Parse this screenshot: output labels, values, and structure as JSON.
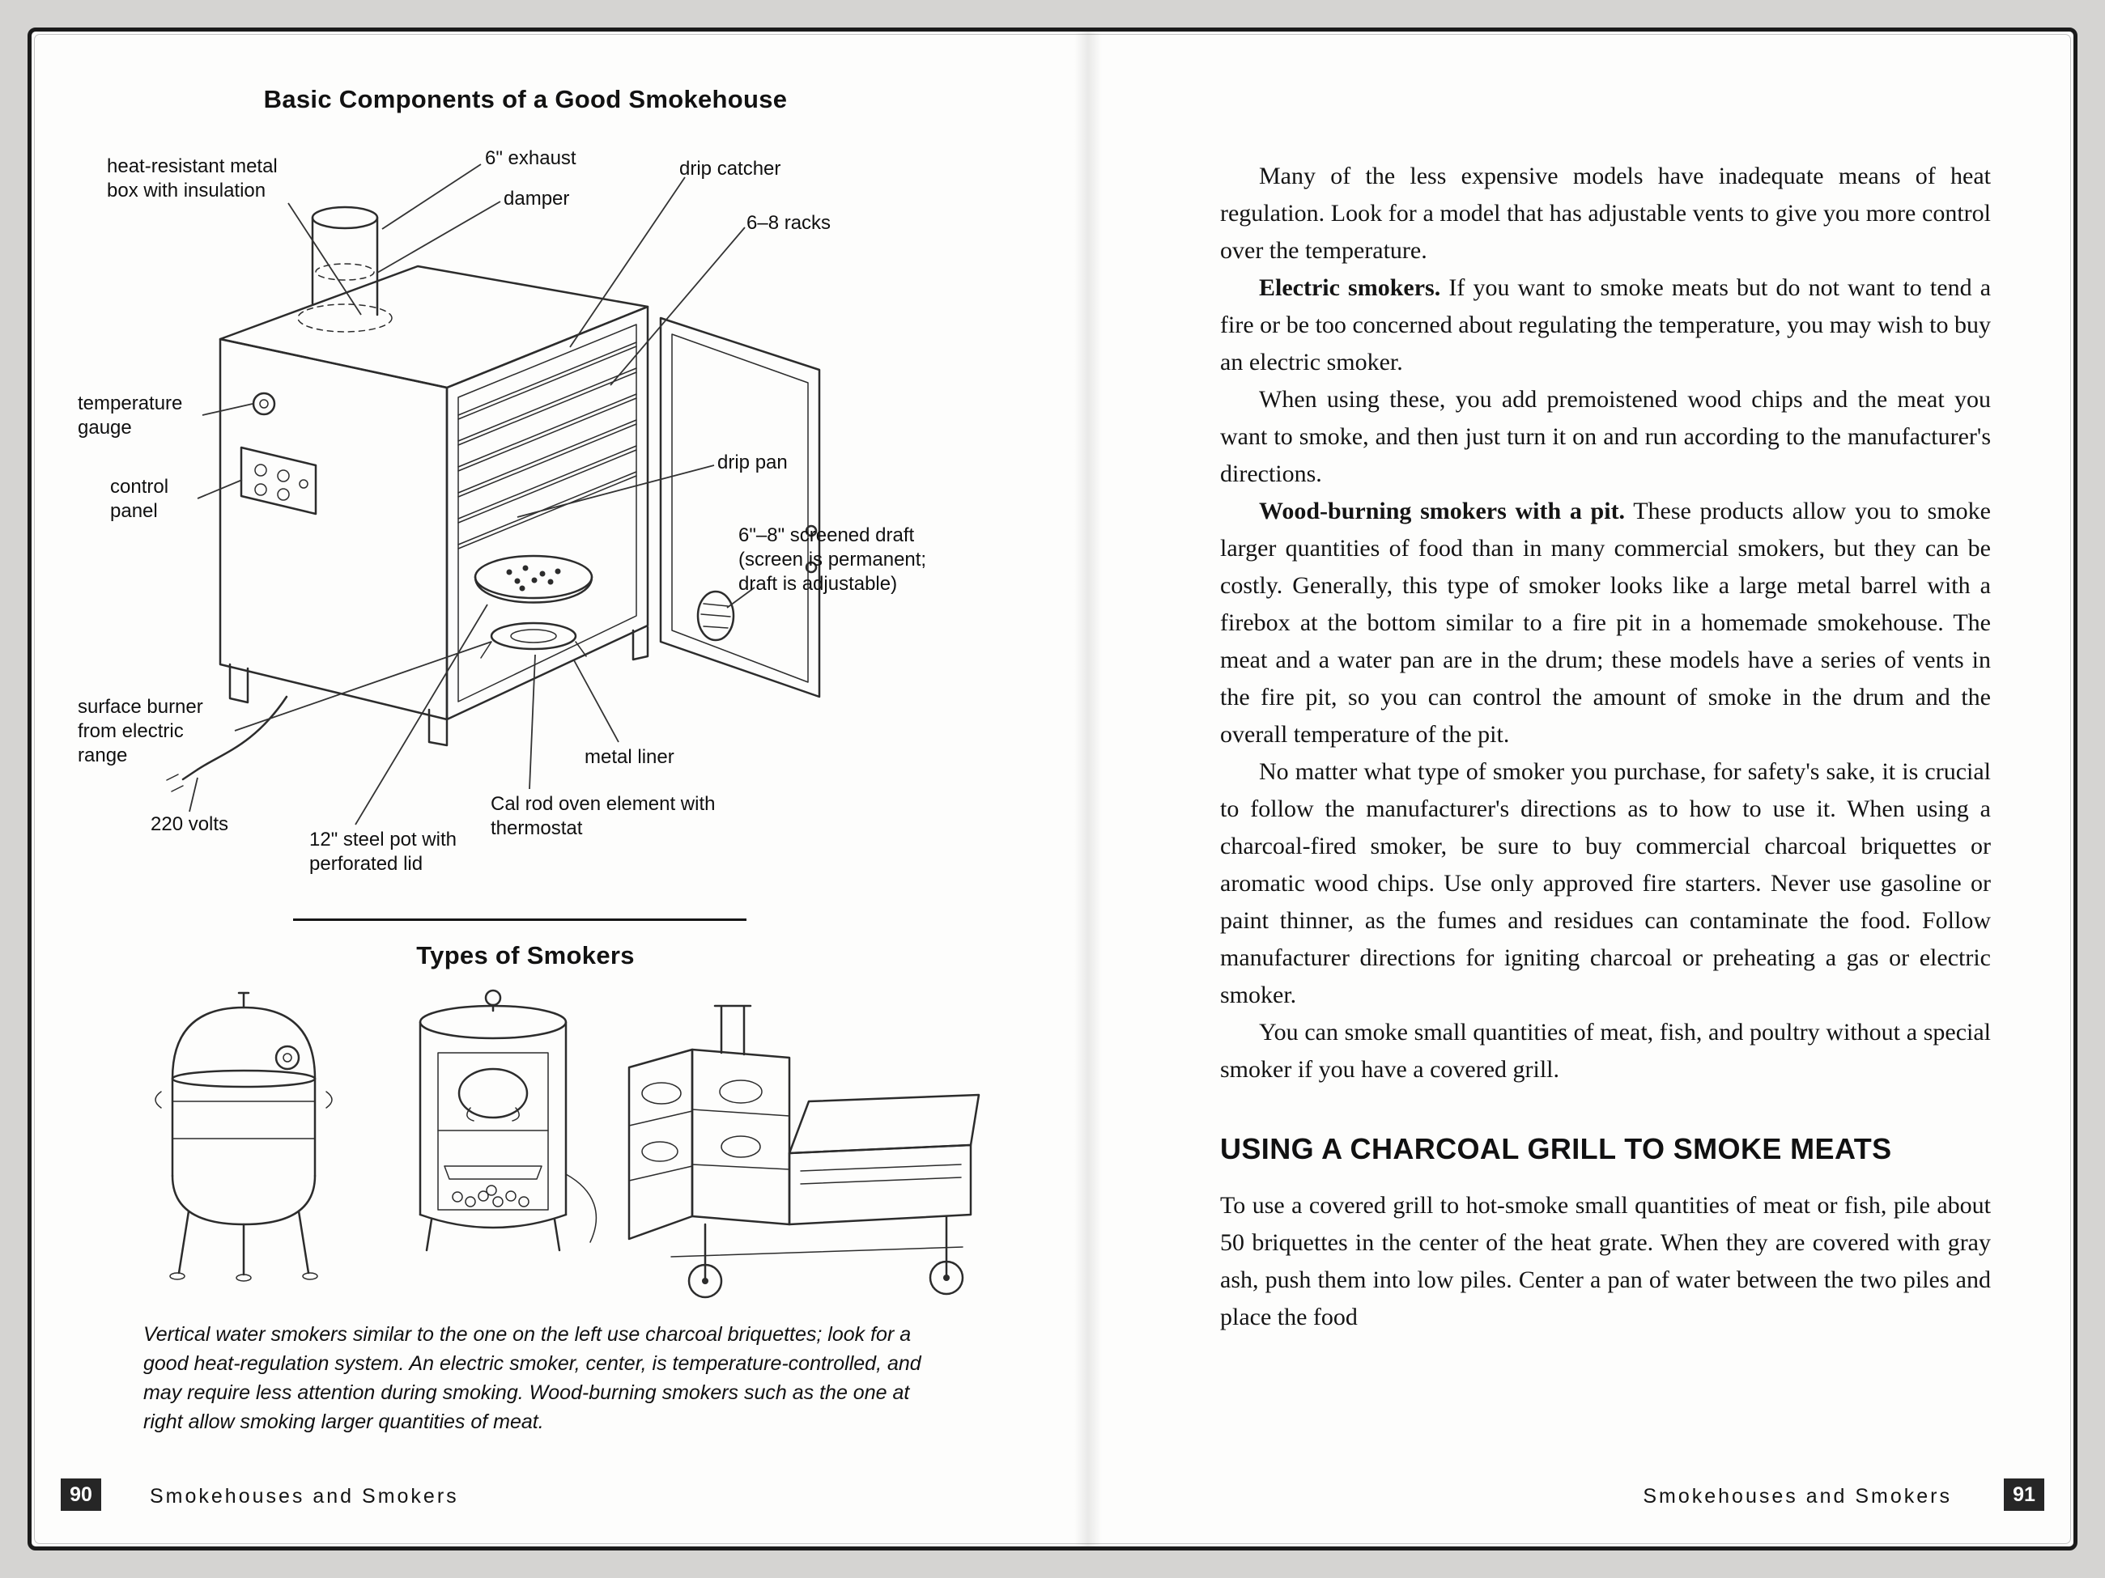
{
  "page_left": {
    "page_number": "90",
    "footer_title": "Smokehouses and Smokers",
    "diagram_title": "Basic Components of a Good Smokehouse",
    "diagram_labels": [
      "heat-resistant metal box with insulation",
      "6\" exhaust",
      "damper",
      "drip catcher",
      "6–8 racks",
      "temperature gauge",
      "control panel",
      "drip pan",
      "6\"–8\" screened draft (screen is permanent; draft is adjustable)",
      "surface burner from electric range",
      "metal liner",
      "Cal rod oven element with thermostat",
      "220 volts",
      "12\" steel pot with perforated lid"
    ],
    "types_title": "Types of Smokers",
    "caption": "Vertical water smokers similar to the one on the left use charcoal briquettes; look for a good heat-regulation system. An electric smoker, center, is temperature-controlled, and may require less attention during smoking. Wood-burning smokers such as the one at right allow smoking larger quantities of meat."
  },
  "page_right": {
    "page_number": "91",
    "footer_title": "Smokehouses and Smokers",
    "paragraphs": [
      {
        "lead": "",
        "text": "Many of the less expensive models have inadequate means of heat regulation. Look for a model that has adjustable vents to give you more control over the temperature."
      },
      {
        "lead": "Electric smokers.",
        "text": " If you want to smoke meats but do not want to tend a fire or be too concerned about regulating the temperature, you may wish to buy an electric smoker."
      },
      {
        "lead": "",
        "text": "When using these, you add premoistened wood chips and the meat you want to smoke, and then just turn it on and run according to the manufacturer's directions."
      },
      {
        "lead": "Wood-burning smokers with a pit.",
        "text": " These products allow you to smoke larger quantities of food than in many commercial smokers, but they can be costly. Generally, this type of smoker looks like a large metal barrel with a firebox at the bottom similar to a fire pit in a homemade smokehouse. The meat and a water pan are in the drum; these models have a series of vents in the fire pit, so you can control the amount of smoke in the drum and the overall temperature of the pit."
      },
      {
        "lead": "",
        "text": "No matter what type of smoker you purchase, for safety's sake, it is crucial to follow the manufacturer's directions as to how to use it. When using a charcoal-fired smoker, be sure to buy commercial charcoal briquettes or aromatic wood chips. Use only approved fire starters. Never use gasoline or paint thinner, as the fumes and residues can contaminate the food. Follow manufacturer directions for igniting charcoal or preheating a gas or electric smoker."
      },
      {
        "lead": "",
        "text": "You can smoke small quantities of meat, fish, and poultry without a special smoker if you have a covered grill."
      }
    ],
    "section_heading": "USING A CHARCOAL GRILL TO SMOKE MEATS",
    "closing_paragraph": "To use a covered grill to hot-smoke small quantities of meat or fish, pile about 50 briquettes in the center of the heat grate. When they are covered with gray ash, push them into low piles. Center a pan of water between the two piles and place the food"
  }
}
